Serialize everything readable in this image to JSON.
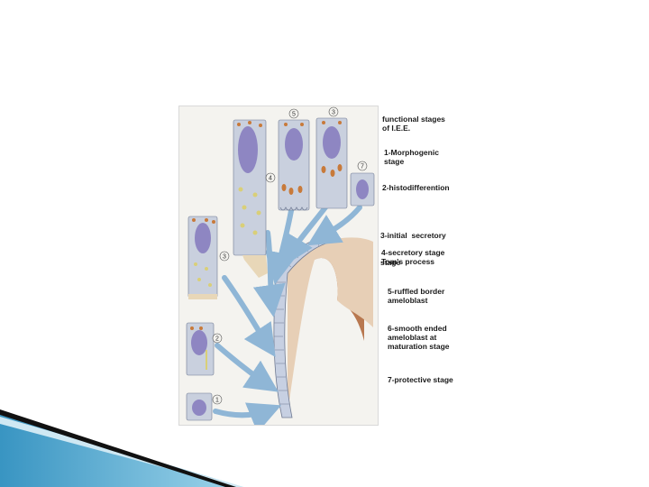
{
  "figure": {
    "title_line1": "functional stages",
    "title_line2": "of I.E.E.",
    "stages": [
      {
        "lines": [
          "1-Morphogenic",
          "stage"
        ]
      },
      {
        "lines": [
          "2-histodifferention"
        ]
      },
      {
        "lines": [
          "3-initial  secretory",
          "stage"
        ]
      },
      {
        "lines": [
          "4-secretory stage",
          "Tom's process"
        ]
      },
      {
        "lines": [
          "5-ruffled border",
          "ameloblast"
        ]
      },
      {
        "lines": [
          "6-smooth ended",
          "ameloblast at",
          "maturation stage"
        ]
      },
      {
        "lines": [
          "7-protective stage"
        ]
      }
    ],
    "cell_numbers": [
      "1",
      "2",
      "3",
      "4",
      "5",
      "3",
      "7"
    ]
  },
  "colors": {
    "cell_body": "#c9d0de",
    "nucleus": "#8e86c2",
    "granule": "#c87a3a",
    "vesicle": "#d9cf78",
    "arrow": "#8fb6d6",
    "enamel_layer": "#e7cfb6",
    "dentin_layer": "#b87850",
    "ameloblast_strip": "#c7d0e2",
    "deco_dark": "#111111",
    "deco_blue": "#4aa8cf"
  }
}
